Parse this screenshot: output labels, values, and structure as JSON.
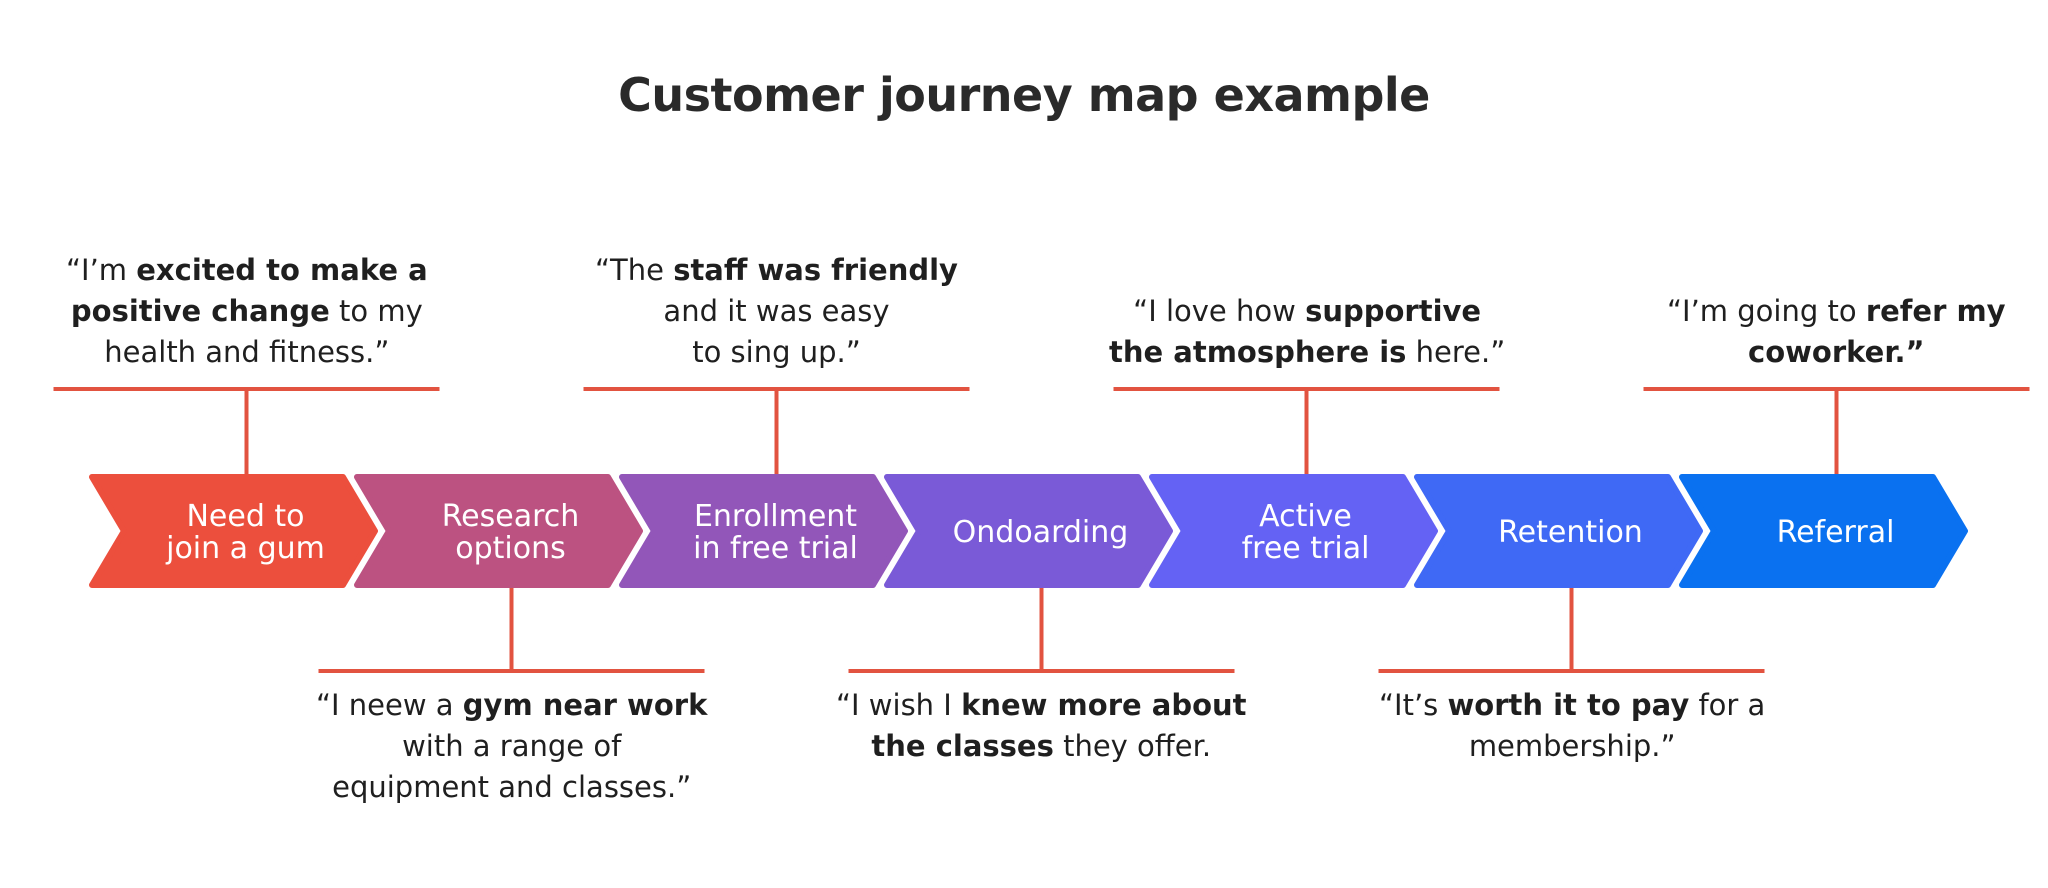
{
  "title": "Customer journey map example",
  "stages": [
    {
      "lines": [
        "Need to",
        "join a gum"
      ],
      "color": "#ec4f3d"
    },
    {
      "lines": [
        "Research",
        "options"
      ],
      "color": "#bc5281"
    },
    {
      "lines": [
        "Enrollment",
        "in free trial"
      ],
      "color": "#9256b9"
    },
    {
      "lines": [
        "Ondoarding"
      ],
      "color": "#7a5ad7"
    },
    {
      "lines": [
        "Active",
        "free trial"
      ],
      "color": "#6462f4"
    },
    {
      "lines": [
        "Retention"
      ],
      "color": "#3f69f5"
    },
    {
      "lines": [
        "Referral"
      ],
      "color": "#0a71f0"
    }
  ],
  "quotes": [
    {
      "stage": 0,
      "side": "top",
      "lines": [
        [
          {
            "t": "“I’m "
          },
          {
            "t": "excited to make a",
            "b": true
          }
        ],
        [
          {
            "t": "positive change",
            "b": true
          },
          {
            "t": " to my"
          }
        ],
        [
          {
            "t": "health and fitness.”"
          }
        ]
      ]
    },
    {
      "stage": 1,
      "side": "bottom",
      "lines": [
        [
          {
            "t": "“I neew a "
          },
          {
            "t": "gym near work",
            "b": true
          }
        ],
        [
          {
            "t": "with a range of"
          }
        ],
        [
          {
            "t": "equipment and classes.”"
          }
        ]
      ]
    },
    {
      "stage": 2,
      "side": "top",
      "lines": [
        [
          {
            "t": "“The "
          },
          {
            "t": "staff was friendly",
            "b": true
          }
        ],
        [
          {
            "t": "and it was easy"
          }
        ],
        [
          {
            "t": "to sing up.”"
          }
        ]
      ]
    },
    {
      "stage": 3,
      "side": "bottom",
      "lines": [
        [
          {
            "t": "“I wish I "
          },
          {
            "t": "knew more about",
            "b": true
          }
        ],
        [
          {
            "t": "the classes",
            "b": true
          },
          {
            "t": " they offer."
          }
        ]
      ]
    },
    {
      "stage": 4,
      "side": "top",
      "lines": [
        [
          {
            "t": "“I love how "
          },
          {
            "t": "supportive",
            "b": true
          }
        ],
        [
          {
            "t": "the atmosphere is",
            "b": true
          },
          {
            "t": " here.”"
          }
        ]
      ]
    },
    {
      "stage": 5,
      "side": "bottom",
      "lines": [
        [
          {
            "t": "“It’s "
          },
          {
            "t": "worth it to pay",
            "b": true
          },
          {
            "t": " for a"
          }
        ],
        [
          {
            "t": "membership.”"
          }
        ]
      ]
    },
    {
      "stage": 6,
      "side": "top",
      "lines": [
        [
          {
            "t": "“I’m going to "
          },
          {
            "t": "refer my",
            "b": true
          }
        ],
        [
          {
            "t": "coworker.”",
            "b": true
          }
        ]
      ]
    }
  ],
  "connector_color": "#e25340"
}
